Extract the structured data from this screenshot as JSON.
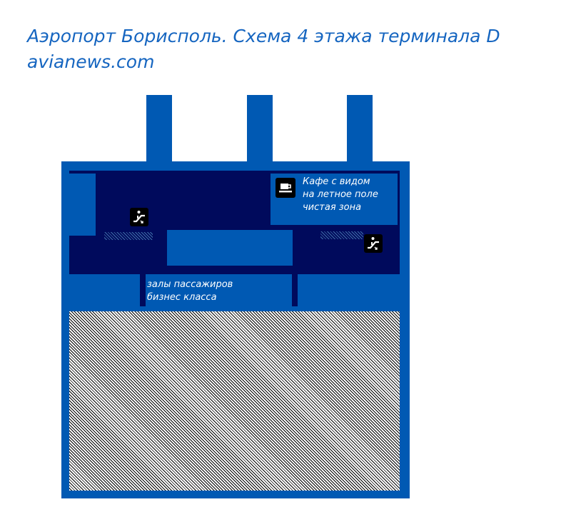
{
  "title": "Аэропорт Борисполь. Схема 4 этажа терминала D",
  "source": "avianews.com",
  "colors": {
    "title": "#1565c0",
    "building": "#0059b3",
    "hall": "#000a5c",
    "text": "#ffffff"
  },
  "labels": {
    "cafe_line1": "Кафе с видом",
    "cafe_line2": "на летное поле",
    "cafe_line3": "чистая зона",
    "lounge_line1": "залы пассажиров",
    "lounge_line2": "бизнес класса"
  },
  "icons": {
    "cafe": "coffee-cup-icon",
    "escalator": "escalator-icon"
  }
}
